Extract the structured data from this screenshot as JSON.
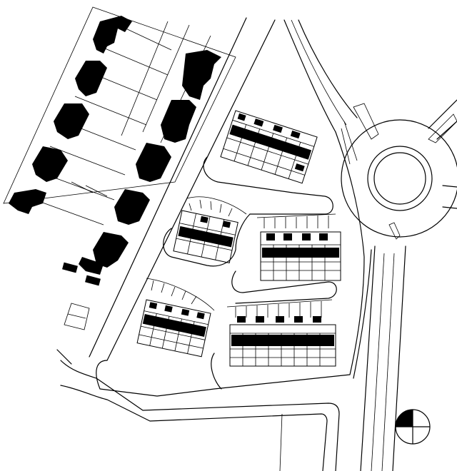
{
  "plan": {
    "drawing_type": "site plan",
    "ink_color": "#000000",
    "paper_color": "#ffffff",
    "existing_terraces": {
      "count": 2,
      "fill": "solid black"
    },
    "new_housing_blocks": {
      "count": 5
    },
    "roundabout": {
      "count": 1
    },
    "north_arrow": {
      "icon": "north-arrow-icon"
    }
  }
}
